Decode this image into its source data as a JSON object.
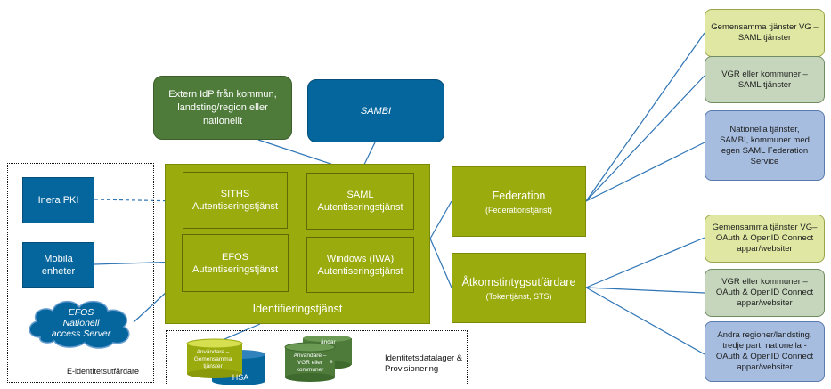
{
  "top": {
    "extern_idp": "Extern IdP från kommun,\nlandsting/region eller\nnationellt",
    "sambi": "SAMBI"
  },
  "identifiering": {
    "title": "Identifieringstjänst",
    "siths": "SITHS\nAutentiseringstjänst",
    "saml": "SAML\nAutentiseringstjänst",
    "efos": "EFOS\nAutentiseringstjänst",
    "windows": "Windows (IWA)\nAutentiseringstjänst"
  },
  "left": {
    "inera_pki": "Inera PKI",
    "mobila": "Mobila\nenheter",
    "efos_cloud": "EFOS\nNationell\naccess Server",
    "group_label": "E-identitetsutfärdare"
  },
  "bottom": {
    "db1": "Användare –\nGemensamma\ntjänster",
    "hsa": "HSA",
    "db2": "Användare –\nVGR eller\nkommuner",
    "db_back": "ändar",
    "db_back2": "e",
    "group_label": "Identitetsdatalager &\nProvisionering"
  },
  "federation": {
    "title": "Federation",
    "subtitle": "(Federationstjänst)"
  },
  "token": {
    "title": "Åtkomstintygsutfärdare",
    "subtitle": "(Tokentjänst, STS)"
  },
  "right": {
    "r1": "Gemensamma tjänster VG –\nSAML tjänster",
    "r2": "VGR  eller kommuner –\nSAML tjänster",
    "r3": "Nationella tjänster,\nSAMBI, kommuner med\negen SAML Federation\nService",
    "r4": "Gemensamma tjänster VG–\nOAuth & OpenID Connect\nappar/websiter",
    "r5": "VGR eller kommuner –\nOAuth & OpenID Connect\nappar/websiter",
    "r6": "Andra regioner/landsting,\ntredje part, nationella -\nOAuth & OpenID Connect\nappar/websiter"
  },
  "colors": {
    "olive": "#9aab0d",
    "blue": "#05669e",
    "dark_green": "#4e7b3a",
    "line_blue": "#2f6fb0"
  }
}
